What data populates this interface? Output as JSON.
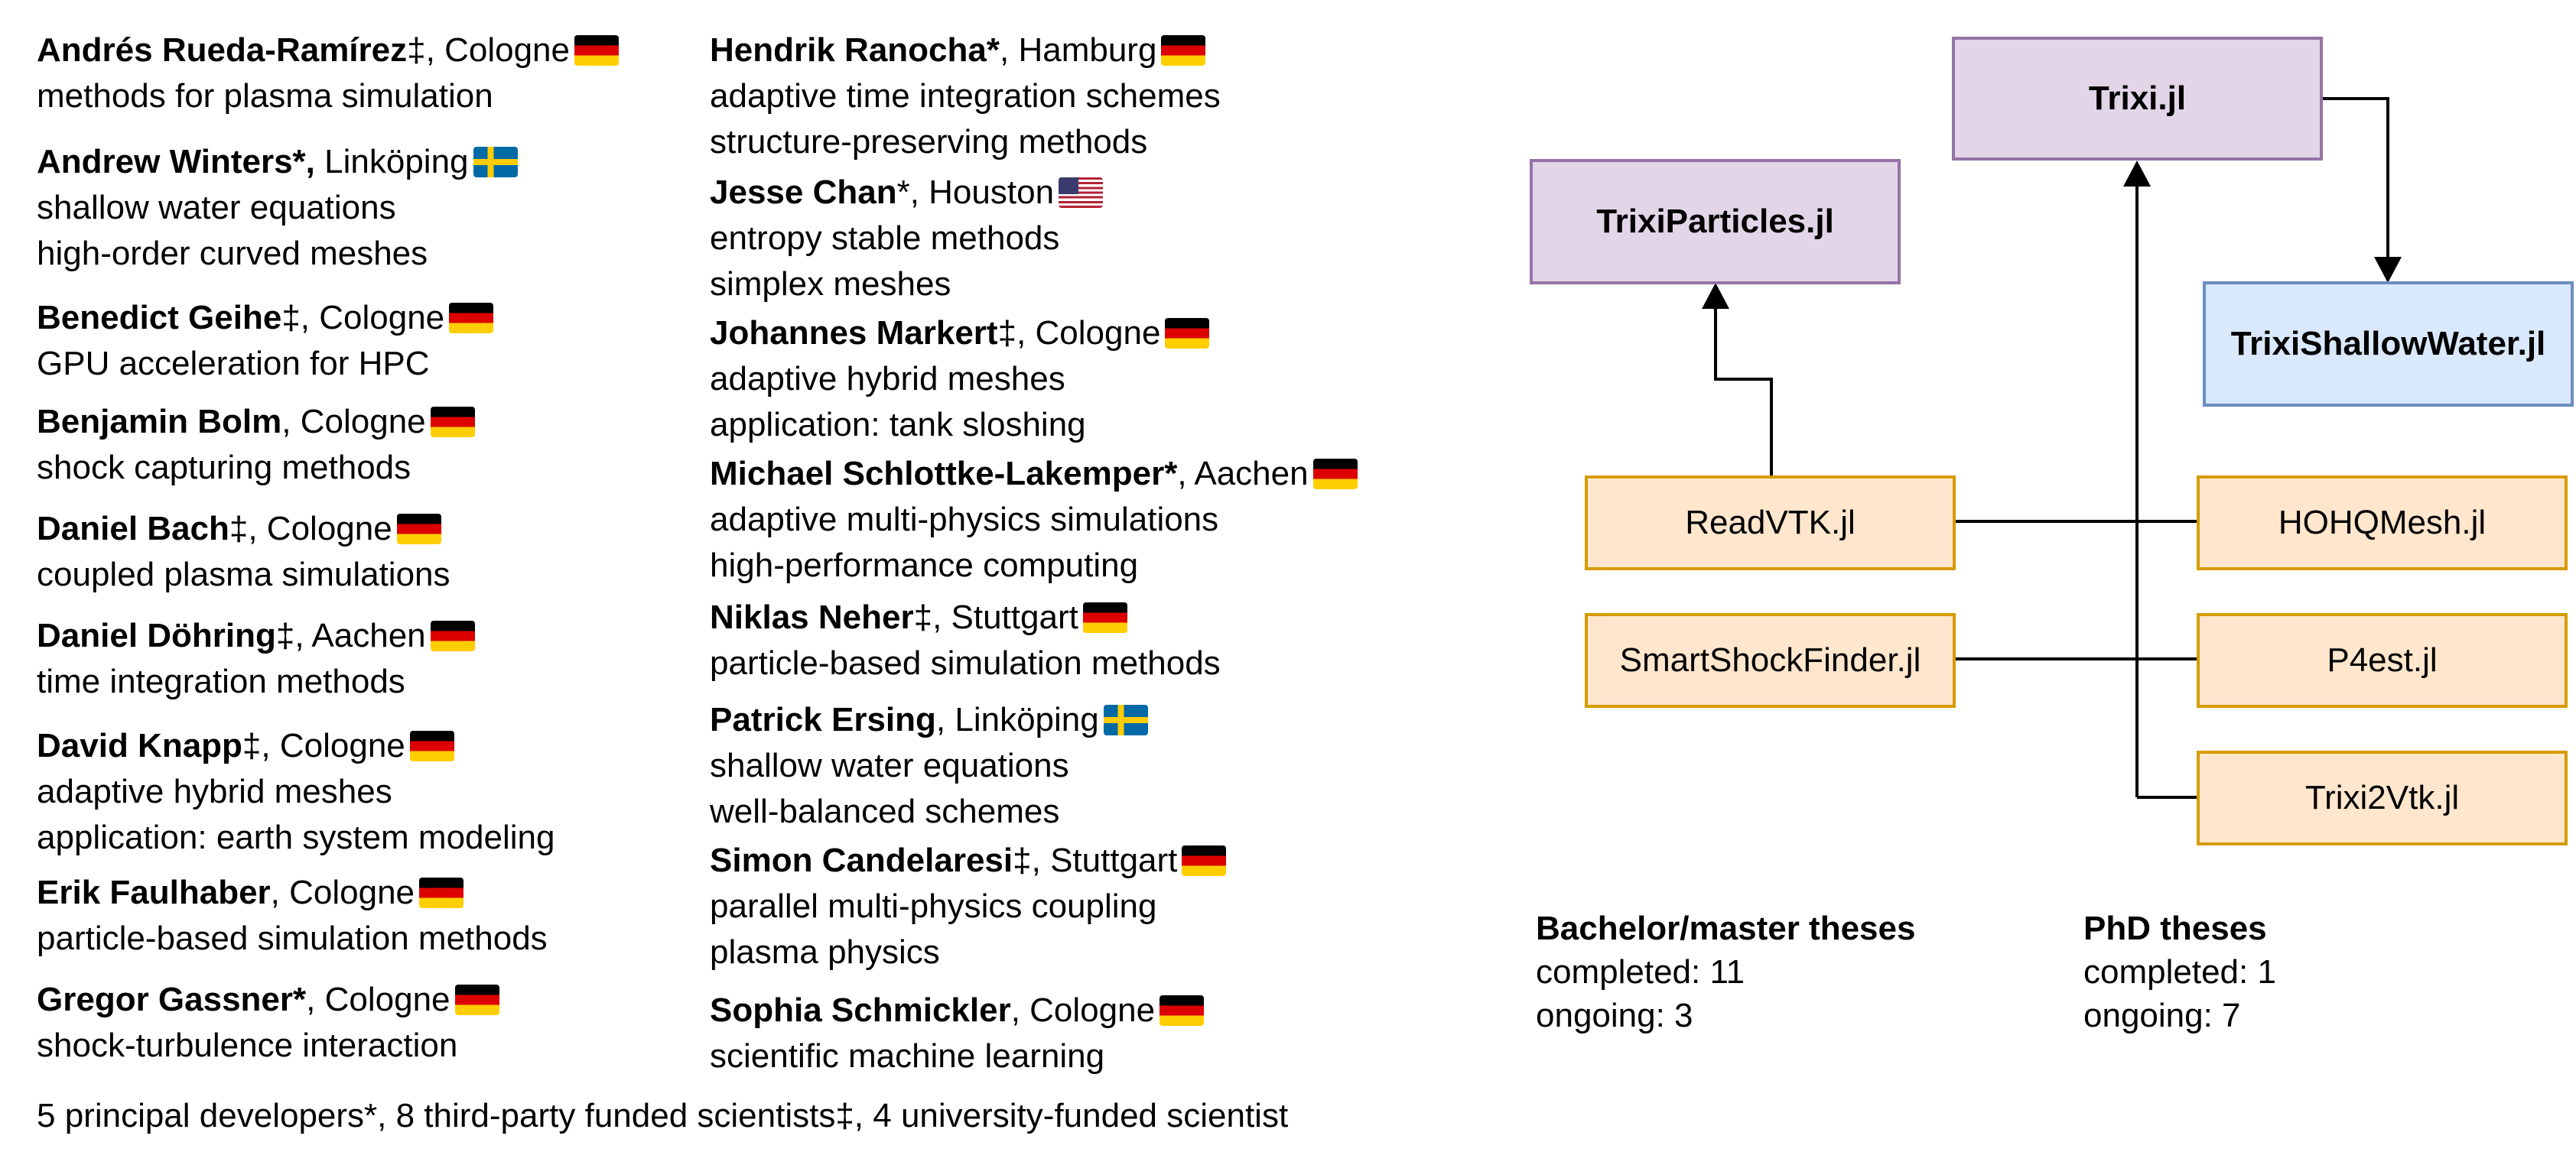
{
  "people_left": [
    {
      "name": "Andrés Rueda-Ramírez",
      "mark": "‡",
      "city": ", Cologne",
      "flag": "de",
      "lines": [
        "methods for plasma simulation"
      ]
    },
    {
      "name": "Andrew Winters",
      "mark": "*,",
      "city": " Linköping",
      "flag": "se",
      "lines": [
        "shallow water equations",
        "high-order curved meshes"
      ]
    },
    {
      "name": "Benedict Geihe",
      "mark": "‡",
      "city": ", Cologne",
      "flag": "de",
      "lines": [
        "GPU acceleration for HPC"
      ]
    },
    {
      "name": "Benjamin Bolm",
      "mark": "",
      "city": ", Cologne",
      "flag": "de",
      "lines": [
        "shock capturing methods"
      ]
    },
    {
      "name": "Daniel Bach",
      "mark": "‡",
      "city": ", Cologne",
      "flag": "de",
      "lines": [
        "coupled plasma simulations"
      ]
    },
    {
      "name": "Daniel Döhring",
      "mark": "‡",
      "city": ", Aachen",
      "flag": "de",
      "lines": [
        "time integration methods"
      ]
    },
    {
      "name": "David Knapp",
      "mark": "‡",
      "city": ", Cologne",
      "flag": "de",
      "lines": [
        "adaptive hybrid meshes",
        "application: earth system modeling"
      ]
    },
    {
      "name": "Erik Faulhaber",
      "mark": "",
      "city": ", Cologne",
      "flag": "de",
      "lines": [
        "particle-based simulation methods"
      ]
    },
    {
      "name": "Gregor Gassner",
      "mark": "*",
      "city": ", Cologne",
      "flag": "de",
      "lines": [
        "shock-turbulence interaction"
      ]
    }
  ],
  "people_right": [
    {
      "name": "Hendrik Ranocha",
      "mark": "*",
      "city": ", Hamburg",
      "flag": "de",
      "lines": [
        "adaptive time integration schemes",
        "structure-preserving methods"
      ]
    },
    {
      "name": "Jesse Chan",
      "mark": "*",
      "city": ", Houston",
      "flag": "us",
      "lines": [
        "entropy stable methods",
        "simplex meshes"
      ]
    },
    {
      "name": "Johannes Markert",
      "mark": "‡",
      "city": ", Cologne",
      "flag": "de",
      "lines": [
        "adaptive hybrid meshes",
        "application: tank sloshing"
      ]
    },
    {
      "name": "Michael Schlottke-Lakemper",
      "mark": "*",
      "city": ", Aachen",
      "flag": "de",
      "lines": [
        "adaptive multi-physics simulations",
        "high-performance computing"
      ]
    },
    {
      "name": "Niklas Neher",
      "mark": "‡",
      "city": ", Stuttgart",
      "flag": "de",
      "lines": [
        "particle-based simulation methods"
      ]
    },
    {
      "name": "Patrick Ersing",
      "mark": "",
      "city": ", Linköping",
      "flag": "se",
      "lines": [
        "shallow water equations",
        "well-balanced schemes"
      ]
    },
    {
      "name": "Simon Candelaresi",
      "mark": "‡",
      "city": ", Stuttgart",
      "flag": "de",
      "lines": [
        "parallel multi-physics coupling",
        "plasma physics"
      ]
    },
    {
      "name": "Sophia Schmickler",
      "mark": "",
      "city": ", Cologne",
      "flag": "de",
      "lines": [
        "scientific machine learning"
      ]
    }
  ],
  "footnote": "5 principal developers*, 8 third-party funded scientists‡, 4 university-funded scientist",
  "diagram": {
    "trixi": "Trixi.jl",
    "trixi_particles": "TrixiParticles.jl",
    "trixi_shallow_water": "TrixiShallowWater.jl",
    "readvtk": "ReadVTK.jl",
    "smartshockfinder": "SmartShockFinder.jl",
    "hohqmesh": "HOHQMesh.jl",
    "p4est": "P4est.jl",
    "trixi2vtk": "Trixi2Vtk.jl"
  },
  "theses": {
    "bachelor": {
      "title": "Bachelor/master theses",
      "completed": "completed: 11",
      "ongoing": "ongoing: 3"
    },
    "phd": {
      "title": "PhD theses",
      "completed": "completed: 1",
      "ongoing": "ongoing: 7"
    }
  },
  "colors": {
    "purple_fill": "#e1d5e7",
    "purple_border": "#9673a6",
    "blue_fill": "#dae8fc",
    "blue_border": "#6c8ebf",
    "orange_fill": "#ffe6cc",
    "orange_border": "#d79b00"
  }
}
